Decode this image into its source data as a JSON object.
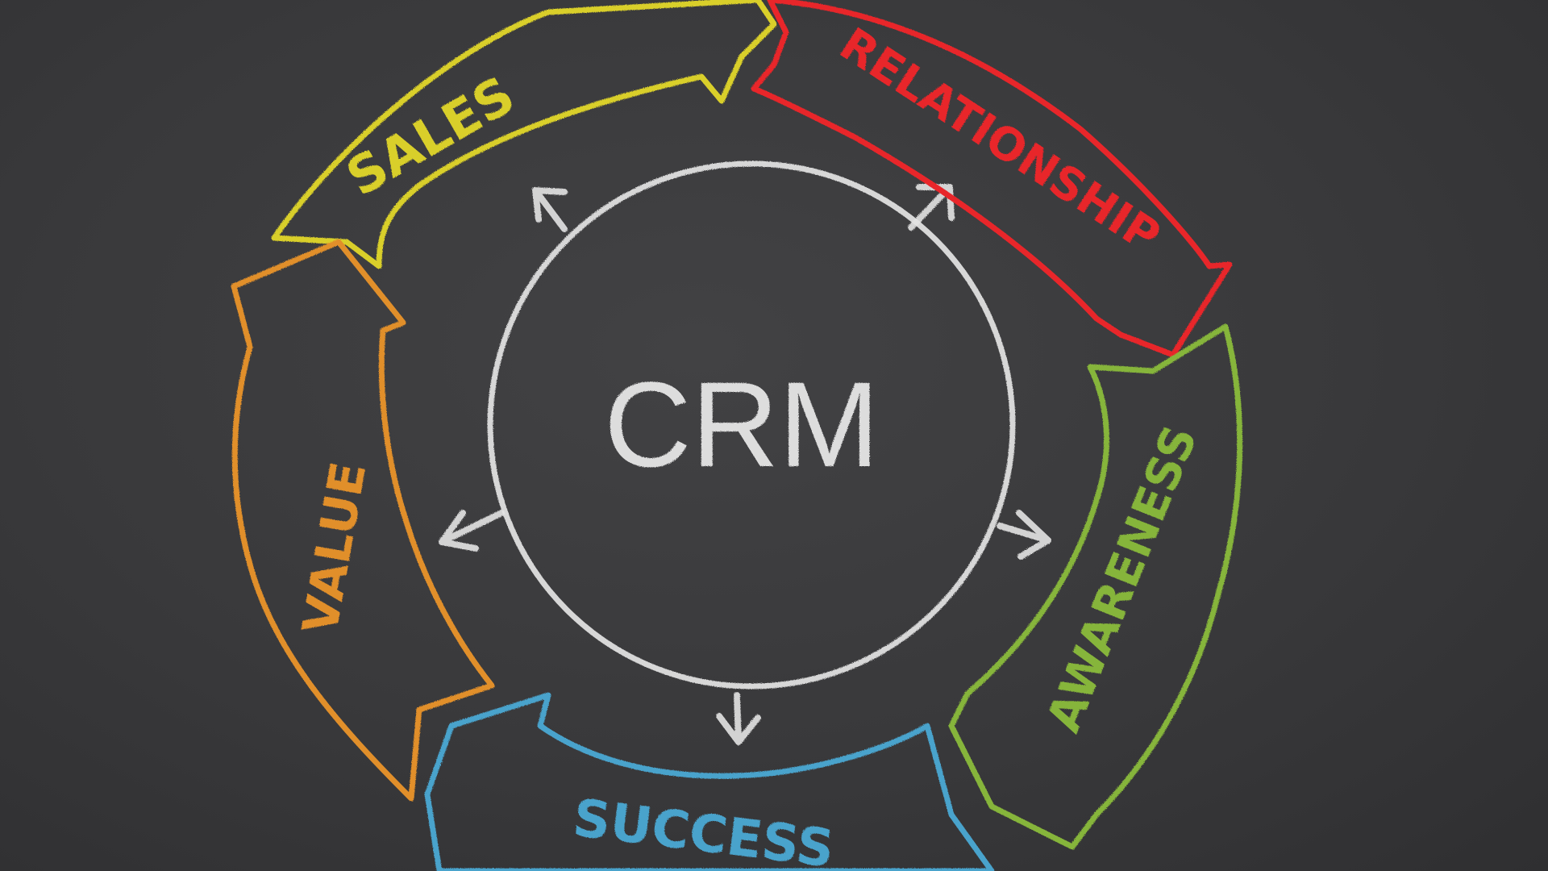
{
  "center": {
    "label": "CRM",
    "color": "#e6e6e6"
  },
  "stages": [
    {
      "id": "sales",
      "label": "SALES",
      "color": "#d9cf2a"
    },
    {
      "id": "relationship",
      "label": "RELATIONSHIP",
      "color": "#e8262b"
    },
    {
      "id": "awareness",
      "label": "AWARENESS",
      "color": "#86b53a"
    },
    {
      "id": "success",
      "label": "SUCCESS",
      "color": "#4aa3cc"
    },
    {
      "id": "value",
      "label": "VALUE",
      "color": "#e18f2c"
    }
  ]
}
